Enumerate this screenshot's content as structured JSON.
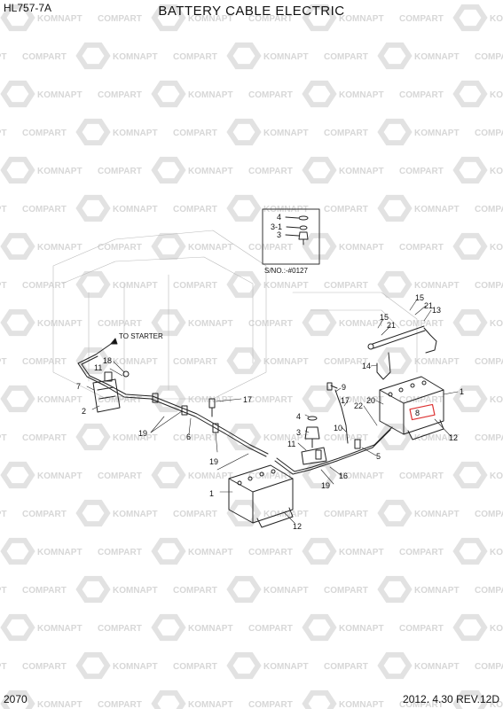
{
  "header": {
    "model_code": "HL757-7A",
    "title": "BATTERY CABLE ELECTRIC"
  },
  "footer": {
    "page_number": "2070",
    "revision": "2012. 4.30 REV.12D"
  },
  "watermark": {
    "brand_a": "KOMNAPT",
    "brand_b": "COMPART"
  },
  "inset": {
    "serial_note": "S/NO.:-#0127",
    "labels": [
      "4",
      "3-1",
      "3"
    ]
  },
  "arrow_label": "TO STARTER",
  "callouts": [
    "18",
    "11",
    "7",
    "2",
    "19",
    "6",
    "17",
    "19",
    "1",
    "12",
    "4",
    "3",
    "11",
    "10",
    "9",
    "17",
    "22",
    "20",
    "19",
    "16",
    "5",
    "15",
    "21",
    "13",
    "15",
    "21",
    "14",
    "1",
    "8",
    "12"
  ]
}
